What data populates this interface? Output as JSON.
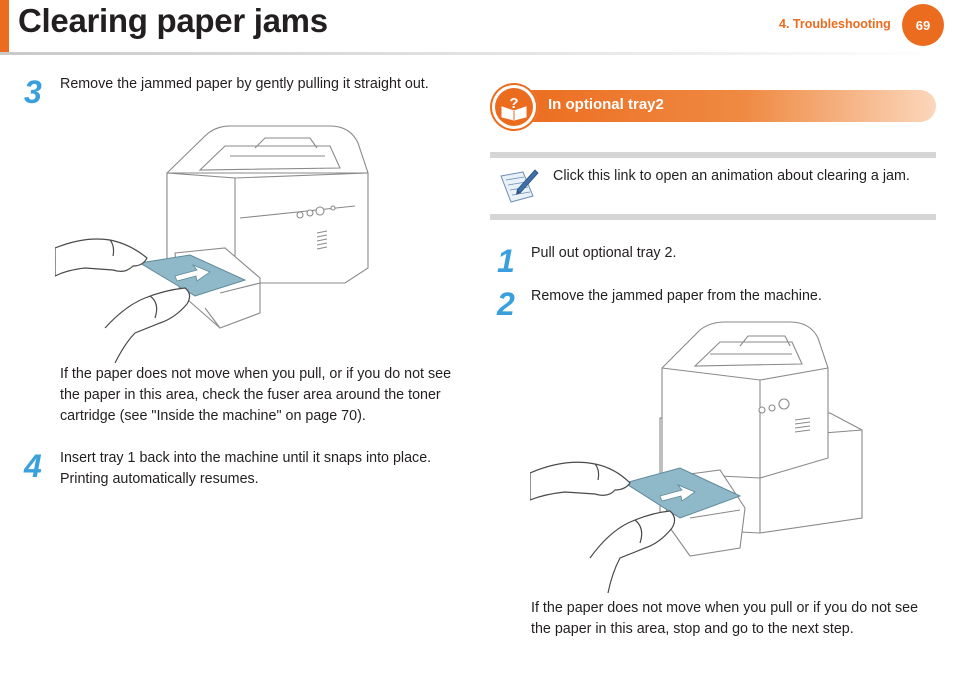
{
  "header": {
    "title": "Clearing paper jams",
    "section": "4.  Troubleshooting",
    "page_number": "69"
  },
  "left": {
    "step3": {
      "number": "3",
      "text": "Remove the jammed paper by gently pulling it straight out."
    },
    "paragraph": [
      "If the paper does not move when you pull, or if you do not see",
      "the paper in this area, check the fuser area around the toner",
      "cartridge (see \"Inside the machine\" on page 70)."
    ],
    "step4": {
      "number": "4",
      "lines": [
        "Insert tray 1 back into the machine until it snaps into place.",
        "Printing automatically resumes."
      ]
    }
  },
  "right": {
    "section_title": "In optional tray2",
    "note_text": "Click this link to open an animation about clearing a jam.",
    "step1": {
      "number": "1",
      "text": "Pull out optional tray 2."
    },
    "step2": {
      "number": "2",
      "text": "Remove the jammed paper from the machine."
    },
    "paragraph": [
      "If the paper does not move when you pull or if you do not see",
      "the paper in this area, stop and go to the next step."
    ]
  },
  "colors": {
    "accent": "#ec6c1f",
    "step_number": "#3aa0dc",
    "paper_jam": "#8fb9c9"
  }
}
